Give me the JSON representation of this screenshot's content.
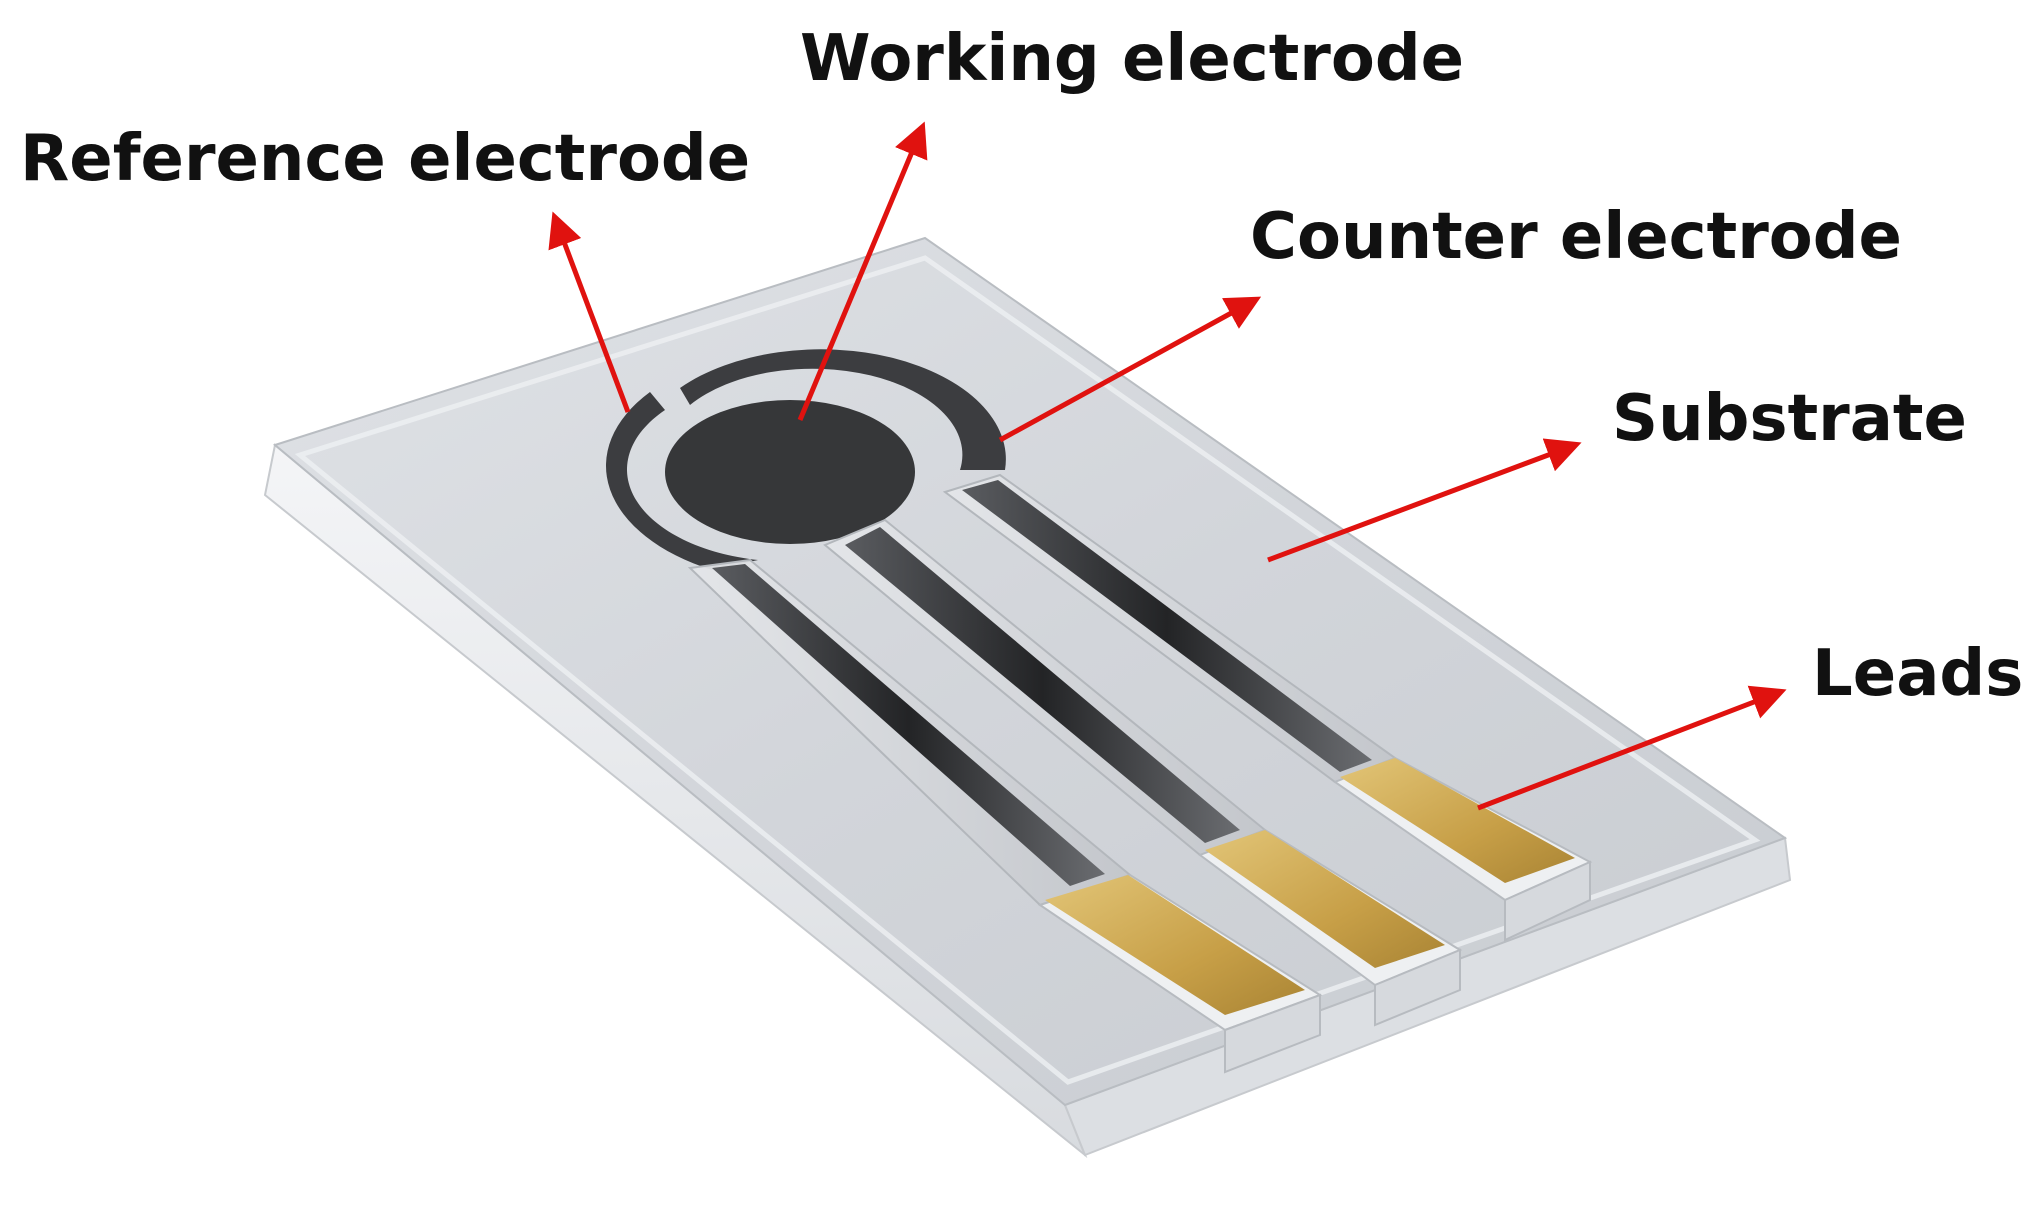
{
  "labels": {
    "working_electrode": "Working electrode",
    "reference_electrode": "Reference electrode",
    "counter_electrode": "Counter electrode",
    "substrate": "Substrate",
    "leads": "Leads"
  },
  "colors": {
    "arrow": "#e0120f",
    "label": "#111111",
    "substrate_top": "#d4d7dc",
    "substrate_edge": "#e9ebee",
    "electrode": "#3a3b3d",
    "lead_pad": "#c9a24a"
  }
}
